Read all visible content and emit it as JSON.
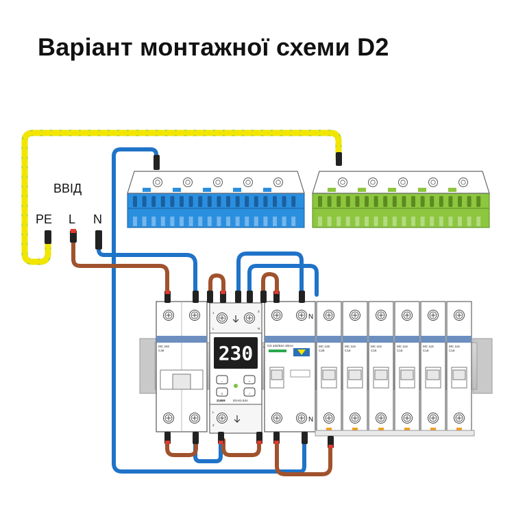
{
  "title": "Варіант монтажної схеми D2",
  "input": {
    "label": "ВВІД",
    "pe": "PE",
    "l": "L",
    "n": "N"
  },
  "relay": {
    "display": "230",
    "brand": "ZUBR",
    "model": "D0-63 63A",
    "top_terminal_left": "1",
    "top_terminal_right": "3",
    "top_label_l": "L",
    "top_label_n": "N",
    "side_label_v": "V",
    "bottom_terminal": "2",
    "bottom_label_l": "L",
    "minus": "−",
    "plus": "+",
    "menu": "≡",
    "info": "i"
  },
  "rcd": {
    "n_top": "N",
    "n_bottom": "N",
    "text": "CD 2d4/63A 30mA"
  },
  "main_breaker": {
    "text1": "MC 240",
    "text2": "C40"
  },
  "breakers": [
    {
      "text1": "MC 125",
      "text2": "C25"
    },
    {
      "text1": "MC 116",
      "text2": "C16"
    },
    {
      "text1": "MC 116",
      "text2": "C16"
    },
    {
      "text1": "MC 116",
      "text2": "C16"
    },
    {
      "text1": "MC 116",
      "text2": "C16"
    },
    {
      "text1": "MC 116",
      "text2": "C16"
    }
  ],
  "colors": {
    "pe_green": "#8cc63f",
    "pe_yellow": "#f2e600",
    "phase_brown": "#a0522d",
    "neutral_blue": "#1f73c8",
    "busbar_blue": "#2b8fe0",
    "busbar_green": "#8dc63f"
  }
}
